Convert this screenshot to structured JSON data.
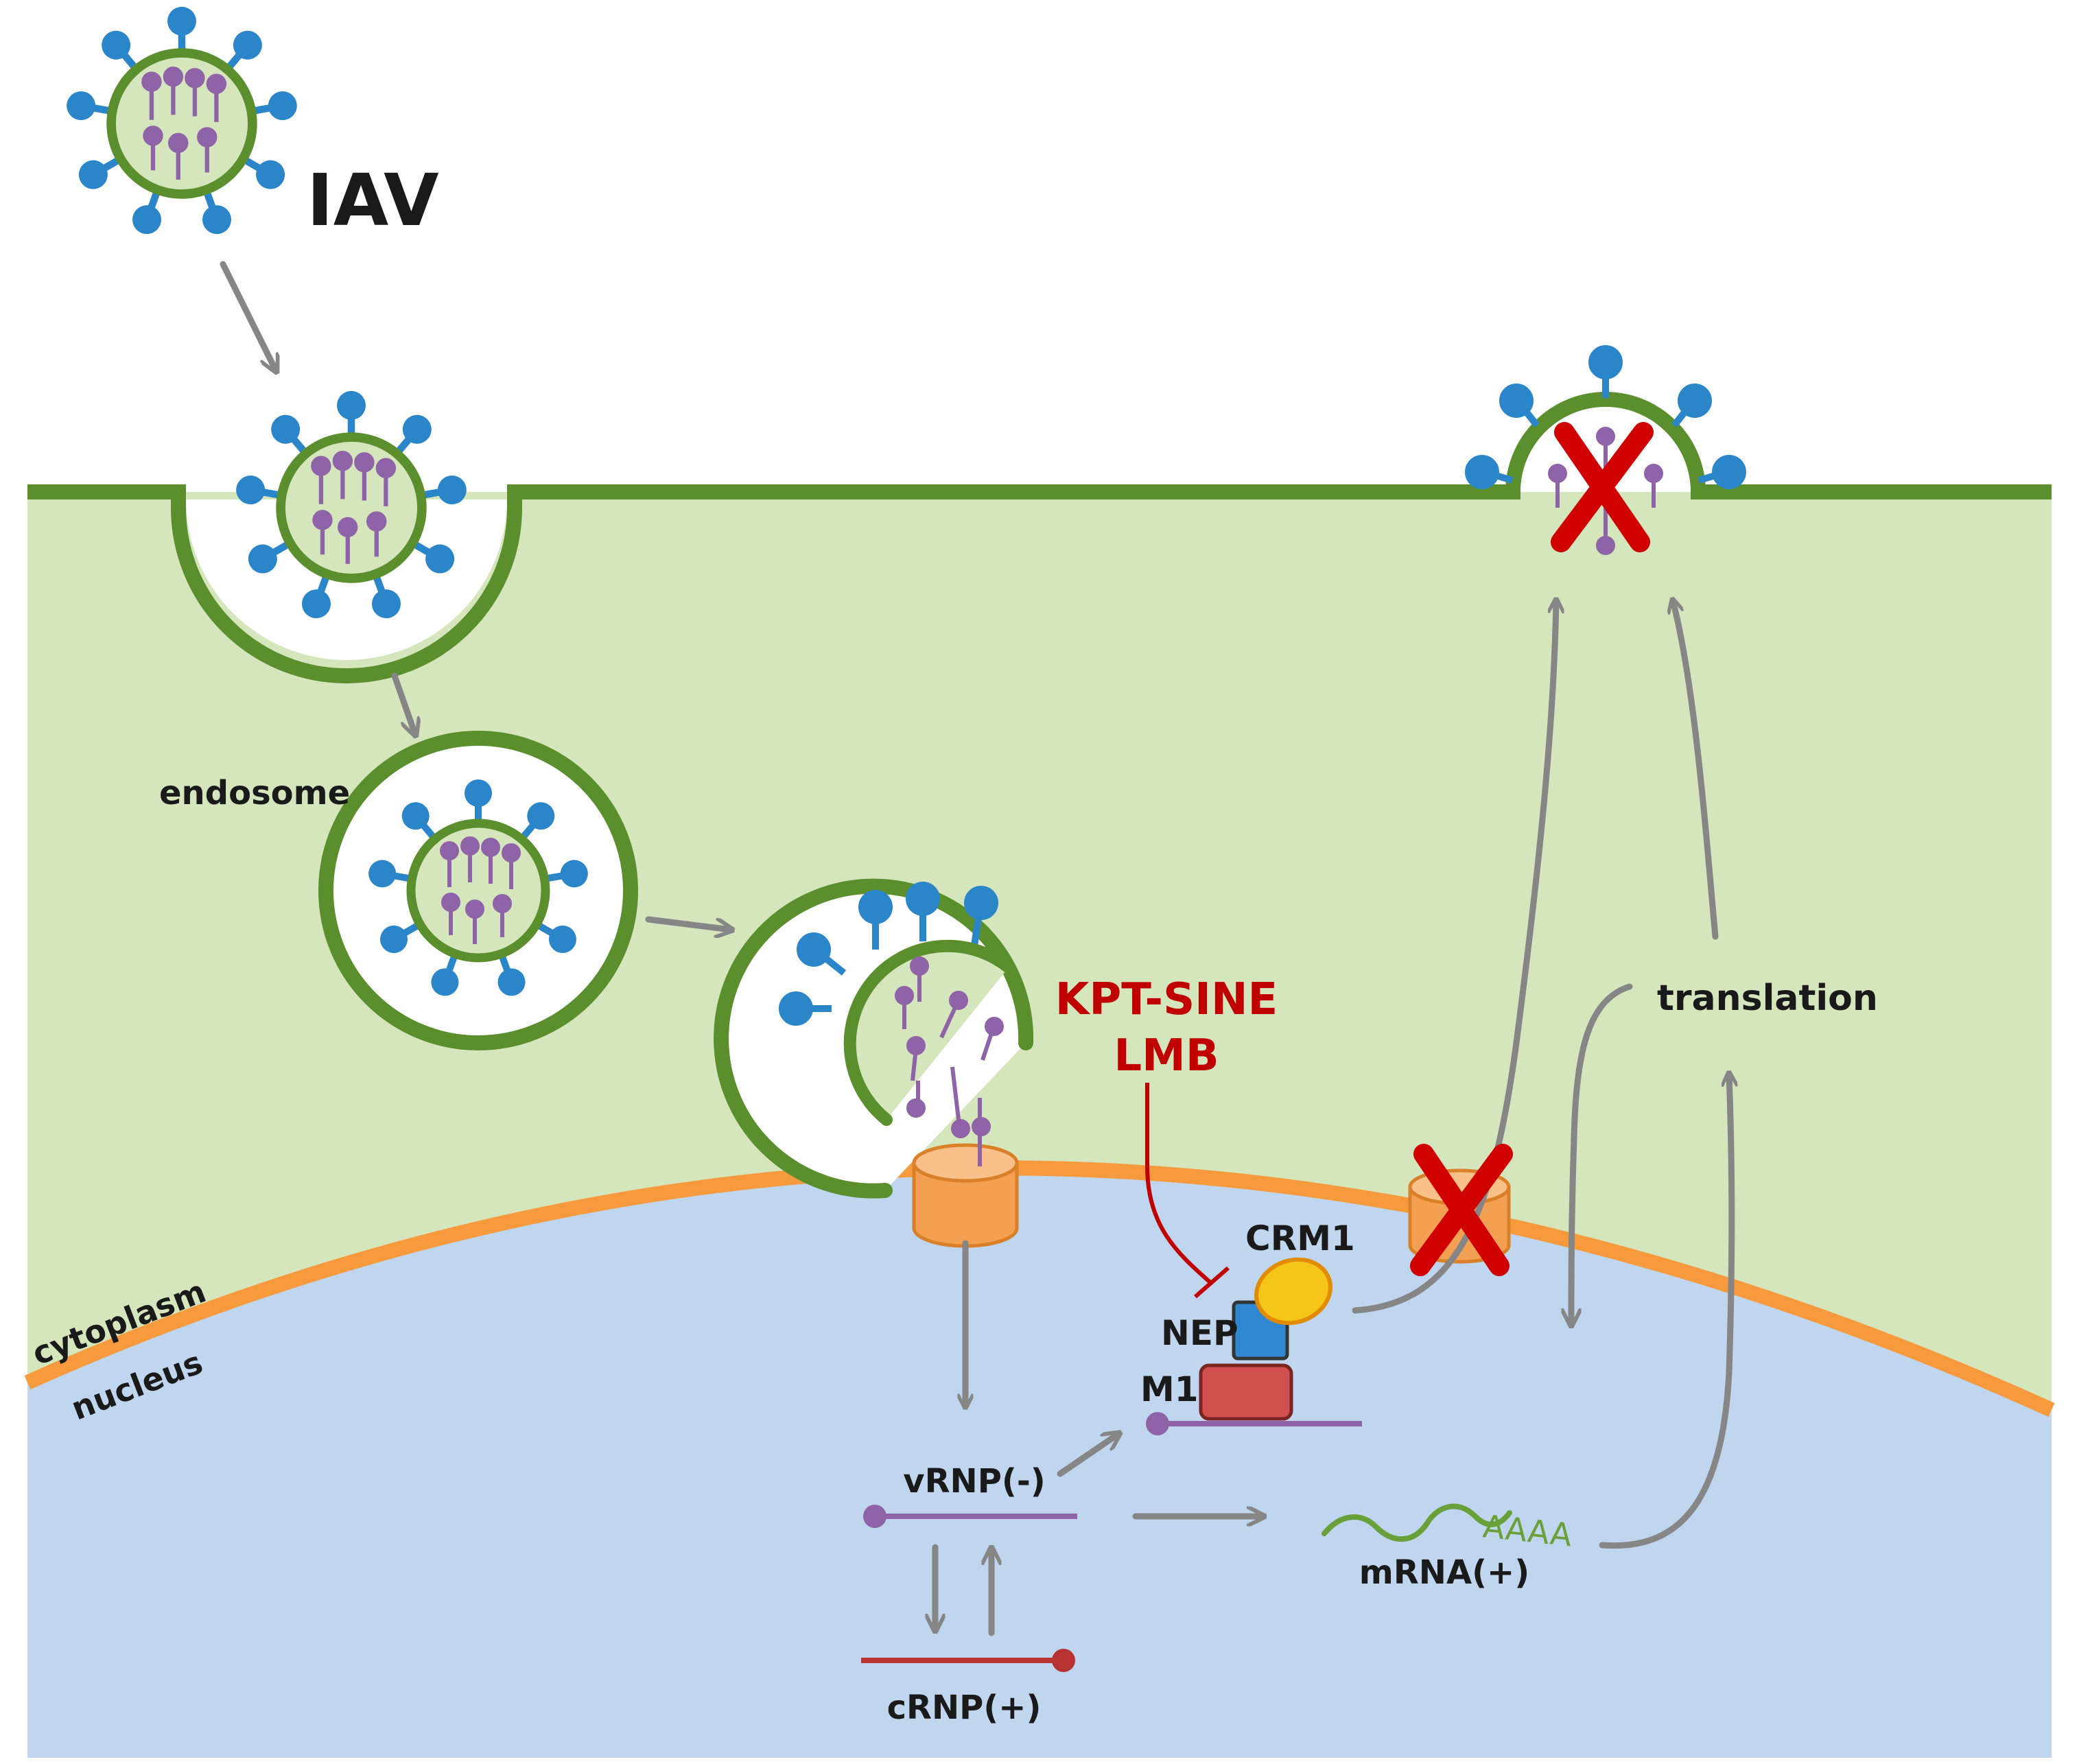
{
  "labels": {
    "iav": "IAV",
    "endosome": "endosome",
    "cytoplasm": "cytoplasm",
    "nucleus": "nucleus",
    "inhibitor_1": "KPT-SINE",
    "inhibitor_2": "LMB",
    "crm1": "CRM1",
    "nep": "NEP",
    "m1": "M1",
    "vrnp": "vRNP(-)",
    "crnp": "cRNP(+)",
    "mrna": "mRNA(+)",
    "poly_a": "AAAA",
    "translation": "translation"
  },
  "colors": {
    "cytoplasm": "#d5e6bd",
    "nucleus": "#bfd6ee",
    "membrane": "#5b8f2e",
    "nuclear_envelope": "#f79a3e",
    "spike": "#2a86c8",
    "rnp": "#8e63a8",
    "arrow": "#868686",
    "inhibitor": "#c00000",
    "crm1": "#f5c518",
    "nep": "#2e87d0",
    "m1": "#d24f4f",
    "pore": "#f4a052",
    "crnp": "#b83232"
  }
}
